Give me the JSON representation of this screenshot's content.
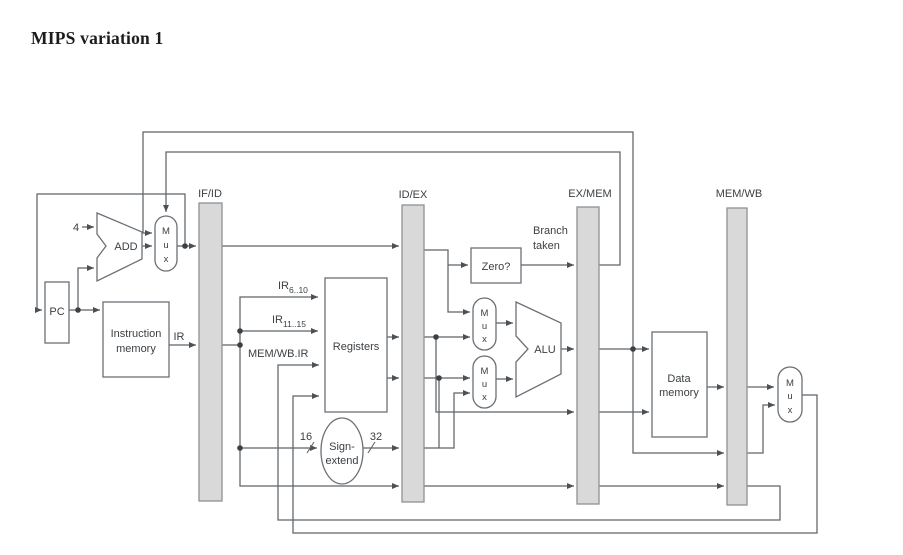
{
  "title": "MIPS variation 1",
  "pipeline_registers": {
    "if_id": "IF/ID",
    "id_ex": "ID/EX",
    "ex_mem": "EX/MEM",
    "mem_wb": "MEM/WB"
  },
  "components": {
    "pc": "PC",
    "add": "ADD",
    "instruction_memory_line1": "Instruction",
    "instruction_memory_line2": "memory",
    "registers": "Registers",
    "sign_extend_line1": "Sign-",
    "sign_extend_line2": "extend",
    "zero": "Zero?",
    "alu": "ALU",
    "data_memory_line1": "Data",
    "data_memory_line2": "memory"
  },
  "mux": {
    "m": "M",
    "u": "u",
    "x": "x"
  },
  "signals": {
    "four": "4",
    "ir": "IR",
    "ir_6_10_prefix": "IR",
    "ir_6_10_sub": "6..10",
    "ir_11_15_prefix": "IR",
    "ir_11_15_sub": "11..15",
    "mem_wb_ir": "MEM/WB.IR",
    "branch_line1": "Branch",
    "branch_line2": "taken",
    "width_16": "16",
    "width_32": "32"
  },
  "colors": {
    "wire": "#5f6468",
    "bar_fill": "#d9d9d9",
    "text": "#3c4043",
    "background": "#ffffff"
  }
}
